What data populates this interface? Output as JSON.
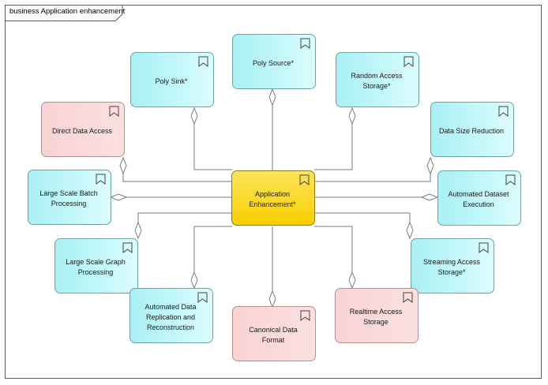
{
  "frame": {
    "title": "business Application enhancement"
  },
  "center": {
    "label": "Application\nEnhancement*"
  },
  "nodes": {
    "poly_source": "Poly Source*",
    "poly_sink": "Poly Sink*",
    "random_access_storage": "Random Access\nStorage*",
    "direct_data_access": "Direct Data Access",
    "data_size_reduction": "Data Size Reduction",
    "large_scale_batch": "Large Scale Batch\nProcessing",
    "automated_dataset": "Automated Dataset\nExecution",
    "large_scale_graph": "Large Scale Graph\nProcessing",
    "streaming_access": "Streaming Access\nStorage*",
    "automated_replication": "Automated Data\nReplication and\nReconstruction",
    "canonical_format": "Canonical Data Format",
    "realtime_access": "Realtime Access Storage"
  },
  "colors": {
    "requirement": "#c5f8fa",
    "constraint": "#fbe0e0",
    "central": "#f8cf00",
    "line": "#7a7a7a"
  },
  "icons": {
    "node_marker": "bookmark-icon"
  }
}
